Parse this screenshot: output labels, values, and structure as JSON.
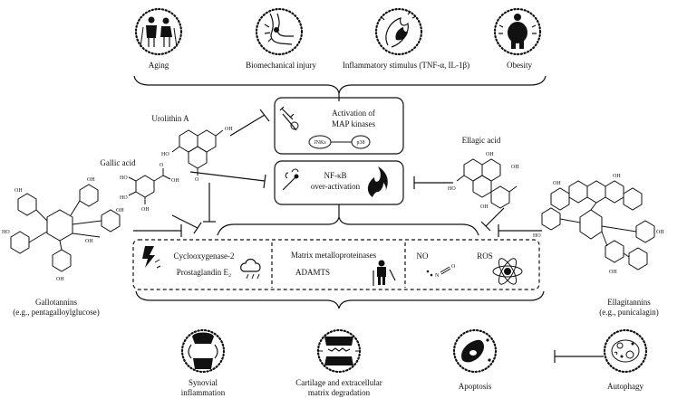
{
  "risk_factors": [
    {
      "label": "Aging",
      "icon": "elderly-couple-icon"
    },
    {
      "label": "Biomechanical injury",
      "icon": "injured-knee-icon"
    },
    {
      "label": "Inflammatory stimulus (TNF-α, IL-1β)",
      "icon": "inflamed-tissue-icon"
    },
    {
      "label": "Obesity",
      "icon": "obese-person-icon"
    }
  ],
  "pathways": {
    "map_kinase": {
      "line1": "Activation of",
      "line2": "MAP kinases",
      "jnk": "JNKs",
      "p38": "p38"
    },
    "nfkb": {
      "line1": "NF-κB",
      "line2": "over-activation"
    }
  },
  "compounds": {
    "urolithin": "Urolithin A",
    "gallic": "Gallic acid",
    "ellagic": "Ellagic acid",
    "gallotannins_1": "Gallotannins",
    "gallotannins_2": "(e.g., pentagalloylglucose)",
    "ellagitannins_1": "Ellagitannins",
    "ellagitannins_2": "(e.g., punicalagin)"
  },
  "mediators": {
    "cox": "Cyclooxygenase-2",
    "pge": "Prostaglandin E₂",
    "mmp": "Matrix metalloproteinases",
    "adamts": "ADAMTS",
    "no": "NO",
    "ros": "ROS"
  },
  "outcomes": [
    {
      "label_line1": "Synovial",
      "label_line2": "inflammation",
      "icon": "inflamed-joint-icon"
    },
    {
      "label_line1": "Cartilage and extracellular",
      "label_line2": "matrix degradation",
      "icon": "cartilage-damage-icon"
    },
    {
      "label_line1": "Apoptosis",
      "label_line2": "",
      "icon": "apoptotic-cell-icon"
    },
    {
      "label_line1": "Autophagy",
      "label_line2": "",
      "icon": "autophagy-cell-icon"
    }
  ]
}
